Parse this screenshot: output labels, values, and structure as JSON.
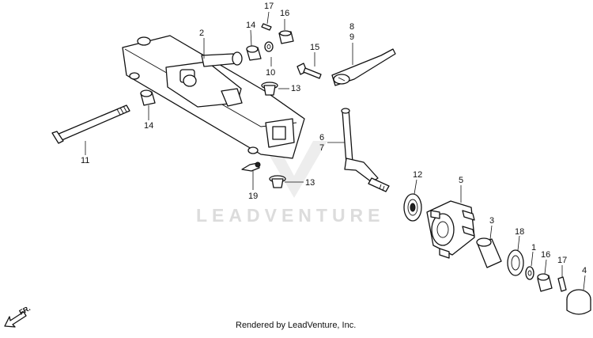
{
  "watermark": "LEADVENTURE",
  "footer": "Rendered by LeadVenture, Inc.",
  "direction_label": "FR.",
  "callouts": {
    "c17_top": "17",
    "c16_top": "16",
    "c14_top": "14",
    "c2": "2",
    "c8": "8",
    "c9": "9",
    "c15": "15",
    "c10": "10",
    "c13_top": "13",
    "c14_left": "14",
    "c11": "11",
    "c6": "6",
    "c7": "7",
    "c19": "19",
    "c13_bot": "13",
    "c12": "12",
    "c5": "5",
    "c3": "3",
    "c18": "18",
    "c1": "1",
    "c16_bot": "16",
    "c17_bot": "17",
    "c4": "4"
  }
}
